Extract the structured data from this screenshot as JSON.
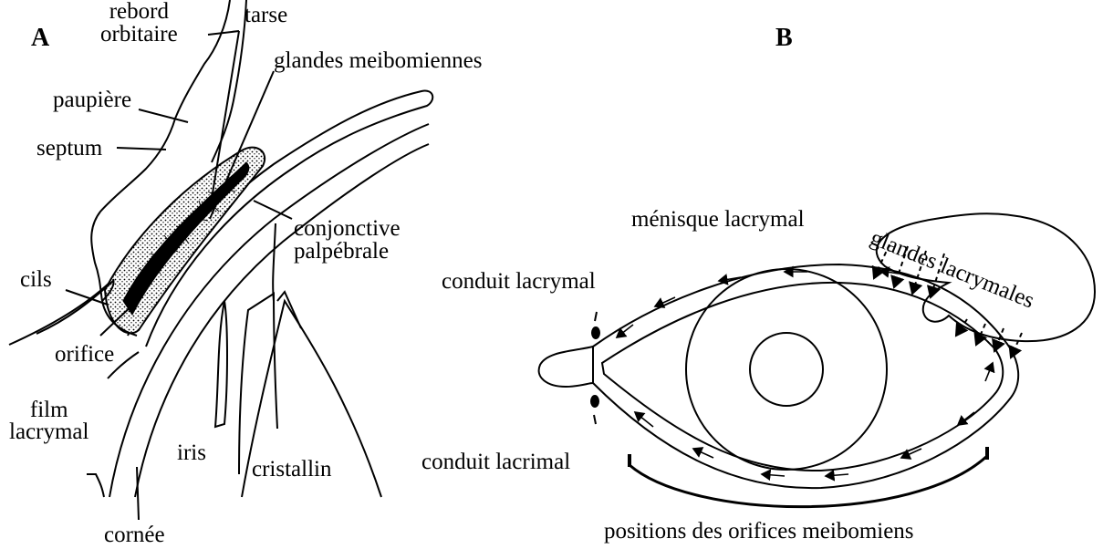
{
  "panel_a": {
    "letter": "A",
    "labels": {
      "rebord_orbitaire": "rebord\norbitaire",
      "tarse": "tarse",
      "glandes_meibomiennes": "glandes meibomiennes",
      "paupiere": "paupière",
      "septum": "septum",
      "conjonctive_palpebrale": "conjonctive\npalpébrale",
      "cils": "cils",
      "orifice": "orifice",
      "film_lacrymal": "film\nlacrymal",
      "iris": "iris",
      "cristallin": "cristallin",
      "cornee": "cornée"
    }
  },
  "panel_b": {
    "letter": "B",
    "labels": {
      "menisque_lacrymal": "ménisque lacrymal",
      "glandes_lacrymales": "glandes lacrymales",
      "conduit_lacrymal": "conduit lacrymal",
      "conduit_lacrimal": "conduit lacrimal",
      "positions_orifices": "positions des orifices meibomiens"
    }
  }
}
